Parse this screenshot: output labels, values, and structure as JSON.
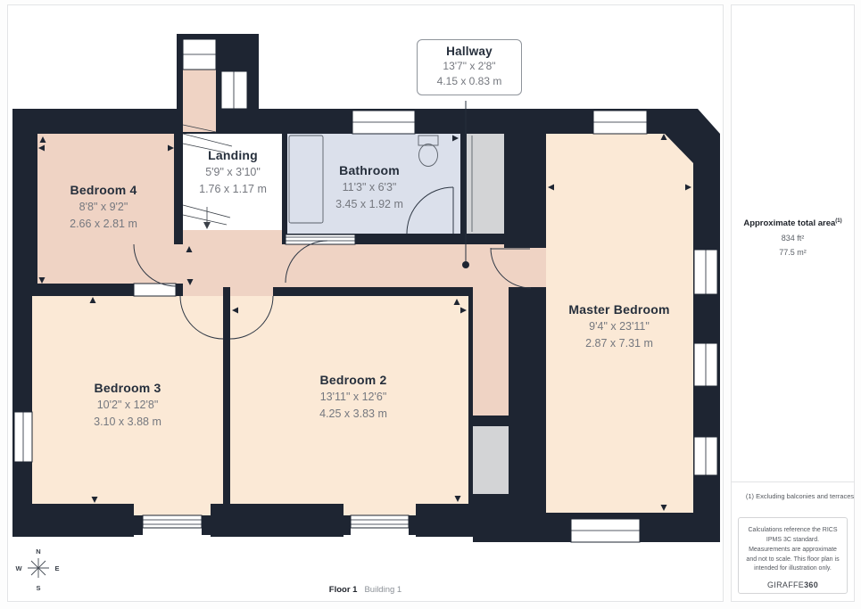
{
  "colors": {
    "wall": "#1e2532",
    "room_pink": "#efd3c4",
    "room_cream": "#fbe9d6",
    "bathroom_blue": "#dbe0eb",
    "closet_gray": "#d3d4d6"
  },
  "rooms": {
    "bedroom4": {
      "name": "Bedroom 4",
      "imperial": "8'8\" x 9'2\"",
      "metric": "2.66 x 2.81 m"
    },
    "landing": {
      "name": "Landing",
      "imperial": "5'9\" x 3'10\"",
      "metric": "1.76 x 1.17 m"
    },
    "bathroom": {
      "name": "Bathroom",
      "imperial": "11'3\" x 6'3\"",
      "metric": "3.45 x 1.92 m"
    },
    "hallway": {
      "name": "Hallway",
      "imperial": "13'7\" x 2'8\"",
      "metric": "4.15 x 0.83 m"
    },
    "bedroom3": {
      "name": "Bedroom 3",
      "imperial": "10'2\" x 12'8\"",
      "metric": "3.10 x 3.88 m"
    },
    "bedroom2": {
      "name": "Bedroom 2",
      "imperial": "13'11\" x 12'6\"",
      "metric": "4.25 x 3.83 m"
    },
    "master_bedroom": {
      "name": "Master Bedroom",
      "imperial": "9'4\" x 23'11\"",
      "metric": "2.87 x 7.31 m"
    }
  },
  "sidebar": {
    "area_title": "Approximate total area",
    "area_title_sup": "(1)",
    "area_imperial": "834 ft²",
    "area_metric": "77.5 m²",
    "footnote": "(1) Excluding balconies and terraces",
    "disclaimer": "Calculations reference the RICS IPMS 3C standard. Measurements are approximate and not to scale. This floor plan is intended for illustration only.",
    "brand_name": "GIRAFFE",
    "brand_suffix": "360"
  },
  "footer": {
    "floor": "Floor 1",
    "building": "Building 1"
  },
  "compass": {
    "north": "N",
    "east": "E",
    "south": "S",
    "west": "W"
  }
}
